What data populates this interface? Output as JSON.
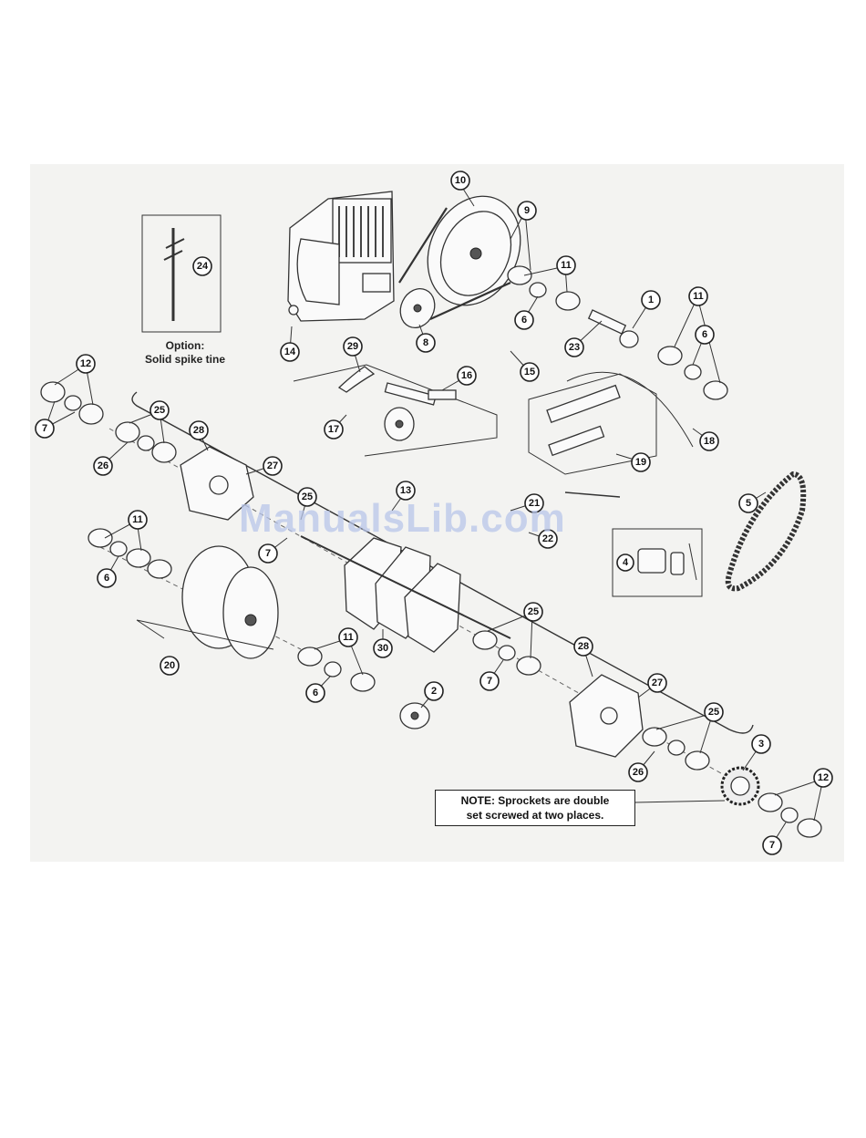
{
  "figure": {
    "option_label_line1": "Option:",
    "option_label_line2": "Solid spike tine",
    "note_line1": "NOTE: Sprockets are double",
    "note_line2": "set screwed at two places.",
    "watermark": "ManualsLib.com"
  },
  "callouts": [
    {
      "id": "c10",
      "num": "10"
    },
    {
      "id": "c9",
      "num": "9"
    },
    {
      "id": "c11a",
      "num": "11"
    },
    {
      "id": "c6a",
      "num": "6"
    },
    {
      "id": "c1",
      "num": "1"
    },
    {
      "id": "c11b",
      "num": "11"
    },
    {
      "id": "c6b",
      "num": "6"
    },
    {
      "id": "c24",
      "num": "24"
    },
    {
      "id": "c14",
      "num": "14"
    },
    {
      "id": "c8",
      "num": "8"
    },
    {
      "id": "c23",
      "num": "23"
    },
    {
      "id": "c29",
      "num": "29"
    },
    {
      "id": "c16",
      "num": "16"
    },
    {
      "id": "c15",
      "num": "15"
    },
    {
      "id": "c17",
      "num": "17"
    },
    {
      "id": "c18",
      "num": "18"
    },
    {
      "id": "c19",
      "num": "19"
    },
    {
      "id": "c12a",
      "num": "12"
    },
    {
      "id": "c7a",
      "num": "7"
    },
    {
      "id": "c25a",
      "num": "25"
    },
    {
      "id": "c26a",
      "num": "26"
    },
    {
      "id": "c28a",
      "num": "28"
    },
    {
      "id": "c27a",
      "num": "27"
    },
    {
      "id": "c13",
      "num": "13"
    },
    {
      "id": "c25b",
      "num": "25"
    },
    {
      "id": "c7b",
      "num": "7"
    },
    {
      "id": "c21",
      "num": "21"
    },
    {
      "id": "c22",
      "num": "22"
    },
    {
      "id": "c5",
      "num": "5"
    },
    {
      "id": "c4",
      "num": "4"
    },
    {
      "id": "c11c",
      "num": "11"
    },
    {
      "id": "c6c",
      "num": "6"
    },
    {
      "id": "c20",
      "num": "20"
    },
    {
      "id": "c30",
      "num": "30"
    },
    {
      "id": "c11d",
      "num": "11"
    },
    {
      "id": "c6d",
      "num": "6"
    },
    {
      "id": "c25c",
      "num": "25"
    },
    {
      "id": "c7c",
      "num": "7"
    },
    {
      "id": "c2",
      "num": "2"
    },
    {
      "id": "c28b",
      "num": "28"
    },
    {
      "id": "c27b",
      "num": "27"
    },
    {
      "id": "c25d",
      "num": "25"
    },
    {
      "id": "c26b",
      "num": "26"
    },
    {
      "id": "c3",
      "num": "3"
    },
    {
      "id": "c12b",
      "num": "12"
    },
    {
      "id": "c7d",
      "num": "7"
    }
  ]
}
